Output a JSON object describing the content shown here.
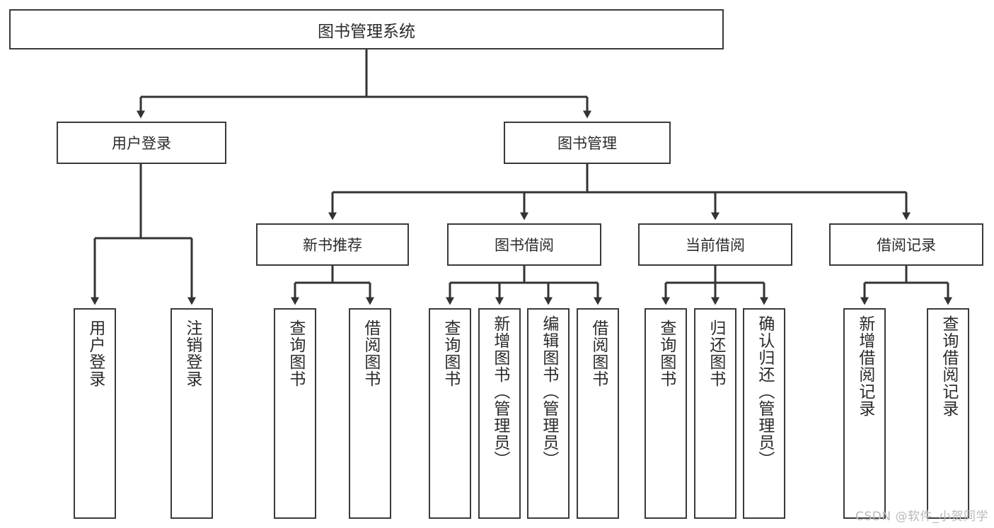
{
  "diagram": {
    "title": "图书管理系统",
    "type": "hierarchy-tree",
    "levels": 4,
    "colors": {
      "box_border": "#3a3a3a",
      "box_fill": "#ffffff",
      "connector": "#333333",
      "text": "#2b2b2b",
      "watermark": "#b9b9b9"
    },
    "root": {
      "label": "图书管理系统",
      "children": [
        {
          "label": "用户登录",
          "children": [
            {
              "label": "用户登录"
            },
            {
              "label": "注销登录"
            }
          ]
        },
        {
          "label": "图书管理",
          "children": [
            {
              "label": "新书推荐",
              "children": [
                {
                  "label": "查询图书"
                },
                {
                  "label": "借阅图书"
                }
              ]
            },
            {
              "label": "图书借阅",
              "children": [
                {
                  "label": "查询图书"
                },
                {
                  "label": "新增图书（管理员）"
                },
                {
                  "label": "编辑图书（管理员）"
                },
                {
                  "label": "借阅图书"
                }
              ]
            },
            {
              "label": "当前借阅",
              "children": [
                {
                  "label": "查询图书"
                },
                {
                  "label": "归还图书"
                },
                {
                  "label": "确认归还（管理员）"
                }
              ]
            },
            {
              "label": "借阅记录",
              "children": [
                {
                  "label": "新增借阅记录"
                },
                {
                  "label": "查询借阅记录"
                }
              ]
            }
          ]
        }
      ]
    }
  },
  "watermark": {
    "text": "CSDN @软件_小贺同学"
  }
}
